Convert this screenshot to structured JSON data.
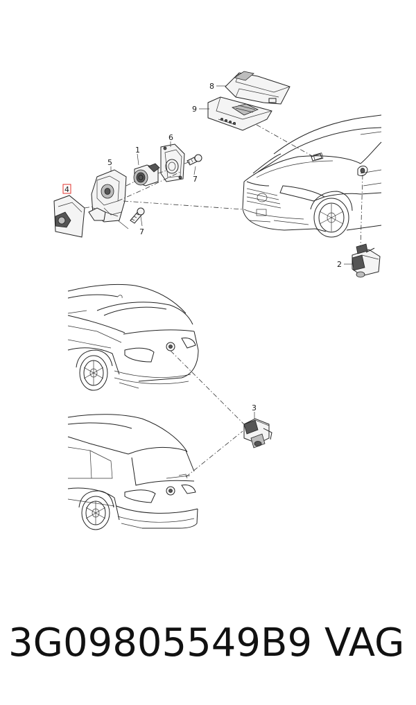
{
  "callouts": {
    "c1": "1",
    "c2": "2",
    "c3": "3",
    "c4": "4",
    "c5": "5",
    "c6": "6",
    "c7a": "7",
    "c7b": "7",
    "c8": "8",
    "c9": "9"
  },
  "footer": {
    "part_number": "3G09805549B9",
    "brand": "VAG"
  },
  "colors": {
    "line": "#222222",
    "highlight_box": "#e0322b"
  }
}
